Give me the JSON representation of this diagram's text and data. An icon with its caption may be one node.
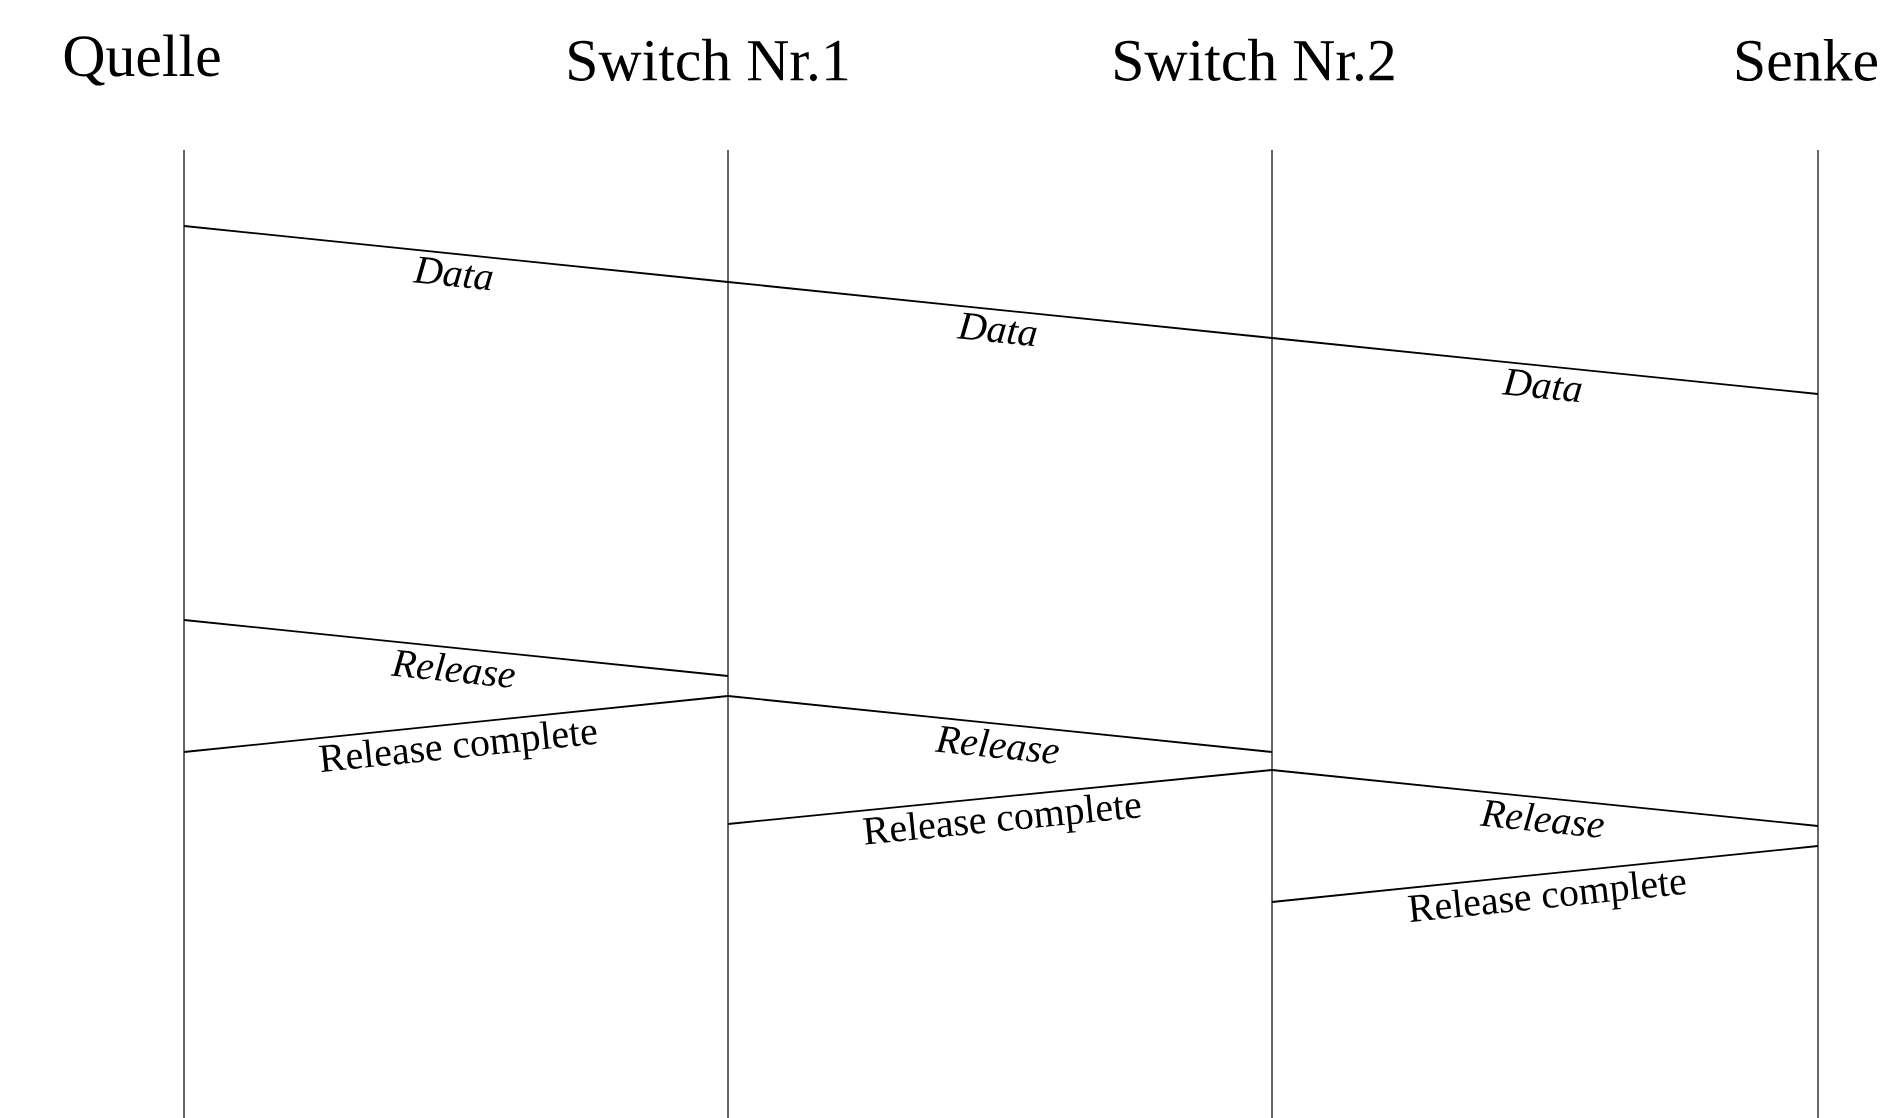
{
  "diagram": {
    "nodes": [
      {
        "text": [
          "Quelle"
        ]
      },
      {
        "text": [
          "Switch Nr.1"
        ]
      },
      {
        "text": [
          "Switch Nr.2"
        ]
      },
      {
        "text": [
          "Senke"
        ]
      }
    ],
    "edges": [
      {
        "from": 0,
        "to": 1,
        "arrow": "none",
        "label": "Data"
      },
      {
        "from": 1,
        "to": 2,
        "arrow": "none",
        "label": "Data"
      },
      {
        "from": 2,
        "to": 3,
        "arrow": "none",
        "label": "Data"
      },
      {
        "from": 0,
        "to": 1,
        "arrow": "none",
        "label": "Release"
      },
      {
        "from": 1,
        "to": 0,
        "arrow": "none",
        "label": "Release complete"
      },
      {
        "from": 1,
        "to": 2,
        "arrow": "none",
        "label": "Release"
      },
      {
        "from": 2,
        "to": 1,
        "arrow": "none",
        "label": "Release complete"
      },
      {
        "from": 2,
        "to": 3,
        "arrow": "none",
        "label": "Release"
      },
      {
        "from": 3,
        "to": 2,
        "arrow": "none",
        "label": "Release complete"
      }
    ]
  }
}
